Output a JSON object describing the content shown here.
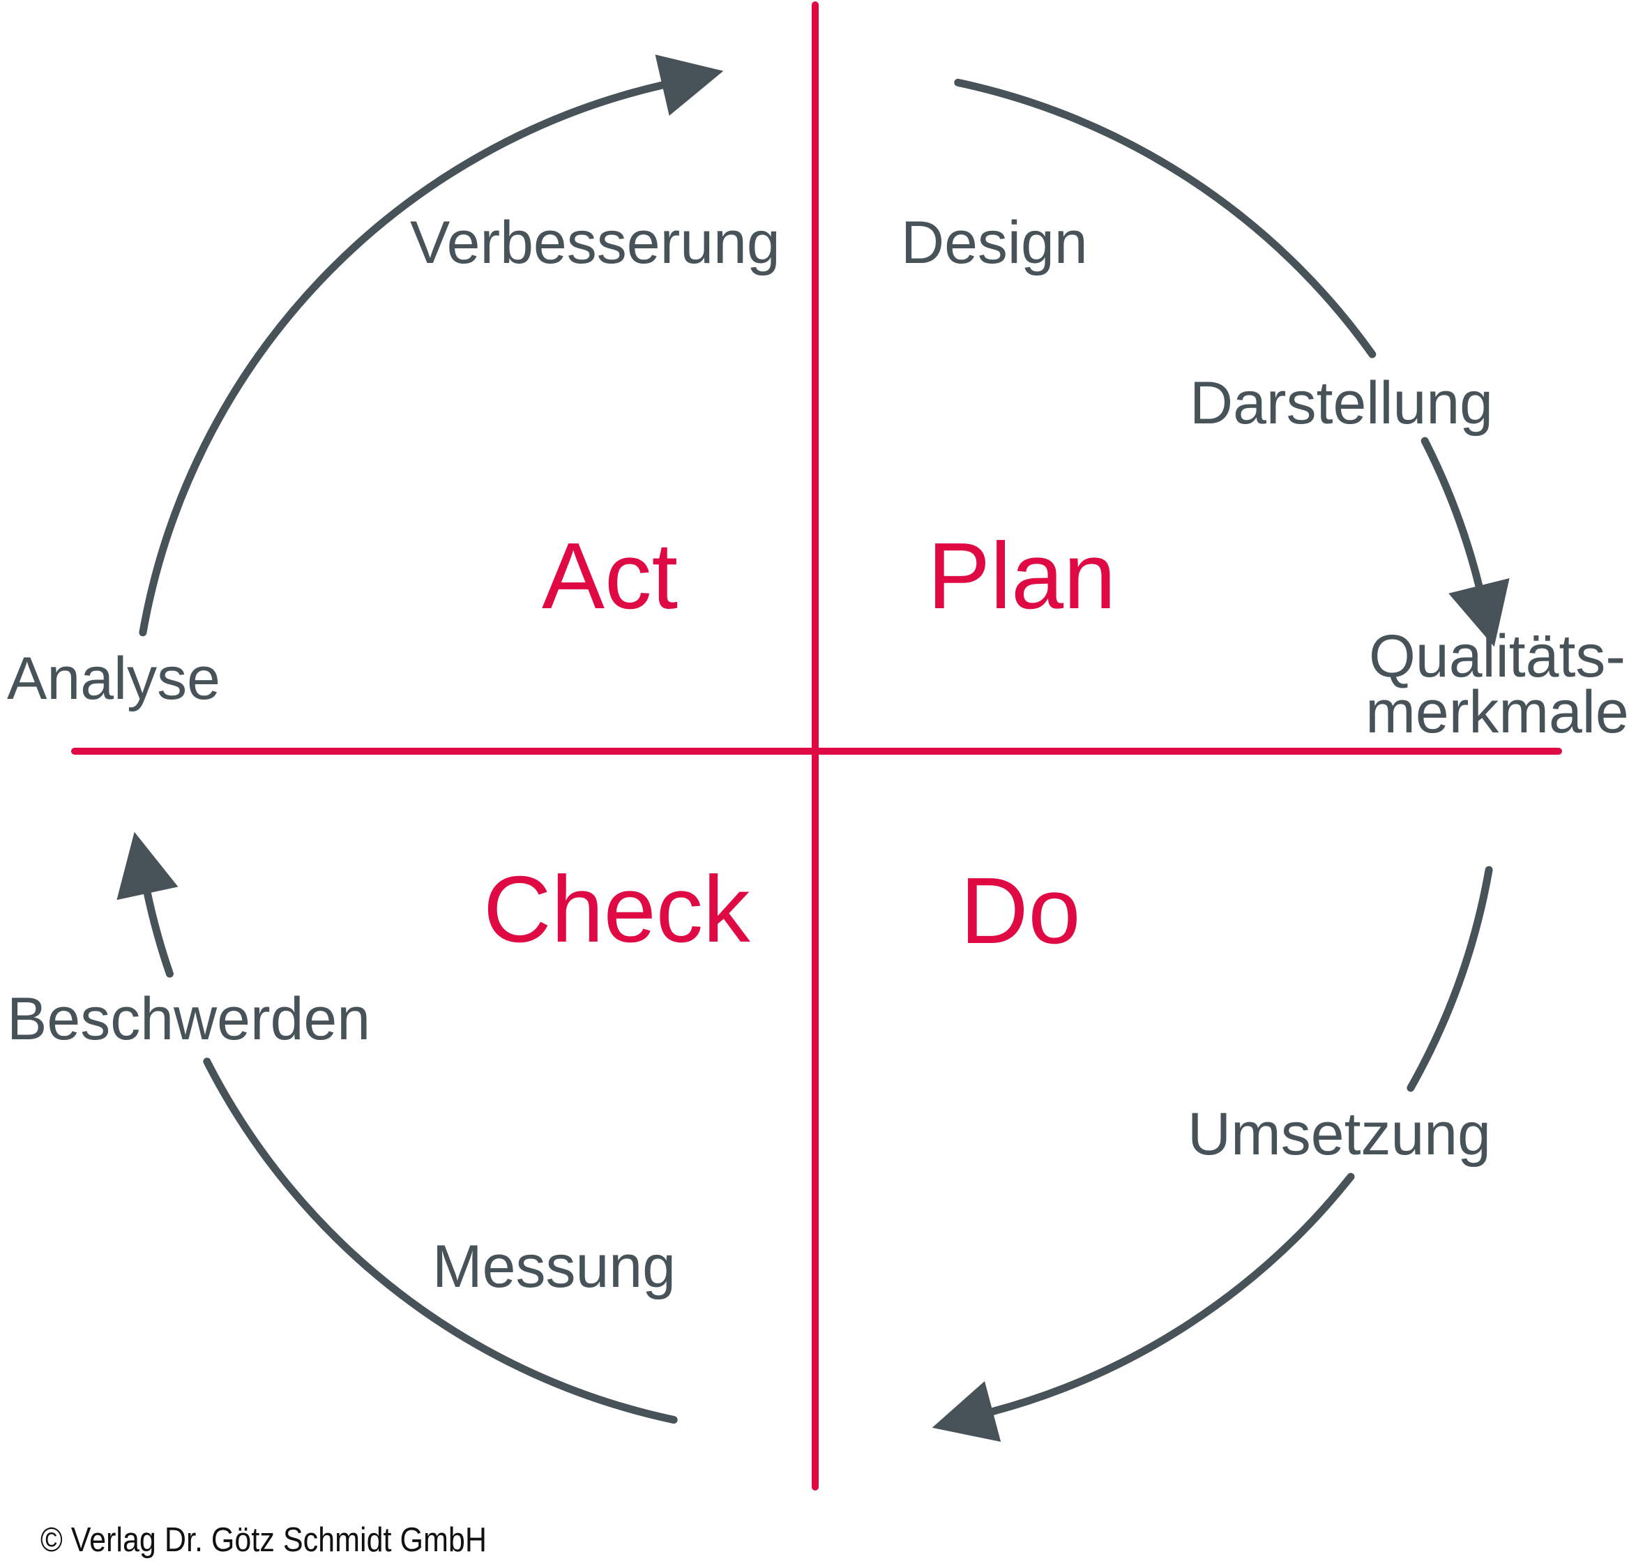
{
  "colors": {
    "accent_red": "#DF0943",
    "label_gray": "#475359",
    "copyright_black": "#111111",
    "background": "#FFFFFF"
  },
  "quadrants": {
    "act": "Act",
    "plan": "Plan",
    "do": "Do",
    "check": "Check"
  },
  "steps": {
    "verbesserung": "Verbesserung",
    "design": "Design",
    "darstellung": "Darstellung",
    "qualitaetsmerkmale_line1": "Qualitäts-",
    "qualitaetsmerkmale_line2": "merkmale",
    "umsetzung": "Umsetzung",
    "messung": "Messung",
    "beschwerden": "Beschwerden",
    "analyse": "Analyse"
  },
  "footer": {
    "copyright": "© Verlag Dr. Götz Schmidt GmbH"
  }
}
